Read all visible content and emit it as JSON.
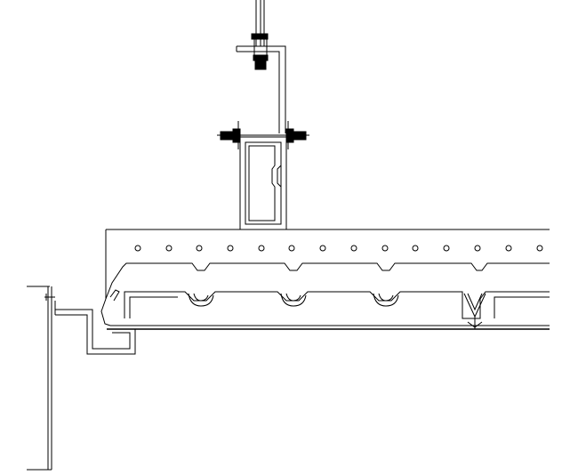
{
  "drawing": {
    "type": "technical-section-detail",
    "colors": {
      "line": "#000000",
      "background": "#ffffff"
    },
    "perforation_holes": 14,
    "clip_hooks": 3
  }
}
